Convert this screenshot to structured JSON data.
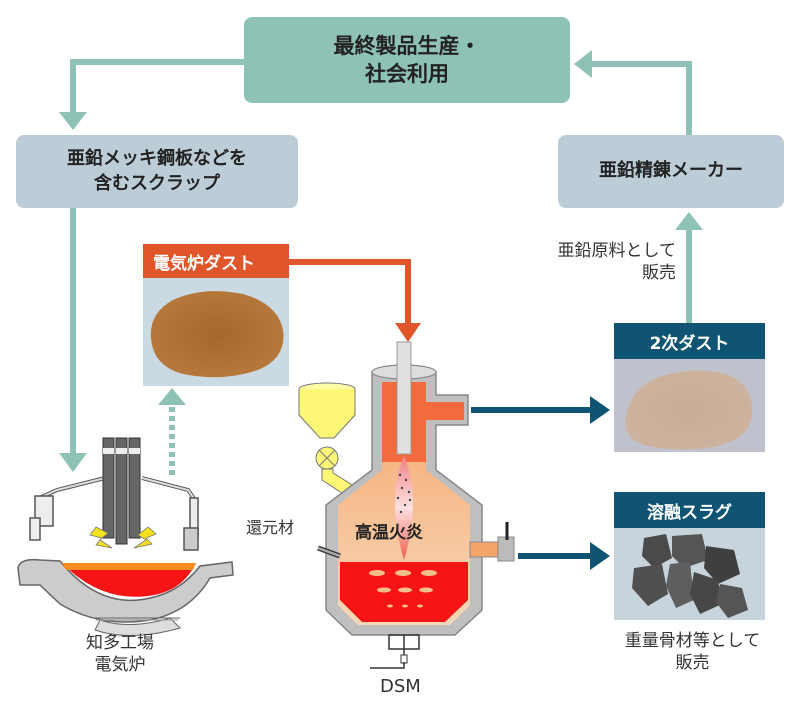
{
  "diagram": {
    "top_box": {
      "line1": "最終製品生産・",
      "line2": "社会利用"
    },
    "scrap_box": {
      "line1": "亜鉛メッキ鋼板などを",
      "line2": "含むスクラップ"
    },
    "refiner_box": {
      "label": "亜鉛精錬メーカー"
    },
    "zinc_sale_label": {
      "line1": "亜鉛原料として",
      "line2": "販売"
    },
    "eaf_dust": {
      "label": "電気炉ダスト"
    },
    "secondary_dust": {
      "label": "2次ダスト"
    },
    "molten_slag": {
      "label": "溶融スラグ"
    },
    "slag_sale_label": {
      "line1": "重量骨材等として",
      "line2": "販売"
    },
    "eaf": {
      "line1": "知多工場",
      "line2": "電気炉"
    },
    "dsm": {
      "label": "DSM",
      "flame_label": "高温火炎",
      "reductant_label": "還元材"
    },
    "colors": {
      "teal_arrow": "#8fc2b6",
      "orange_arrow": "#e0552a",
      "navy_arrow": "#0f5472",
      "box_blue_grey": "#bccdd8",
      "box_teal": "#8fc2b6"
    }
  }
}
